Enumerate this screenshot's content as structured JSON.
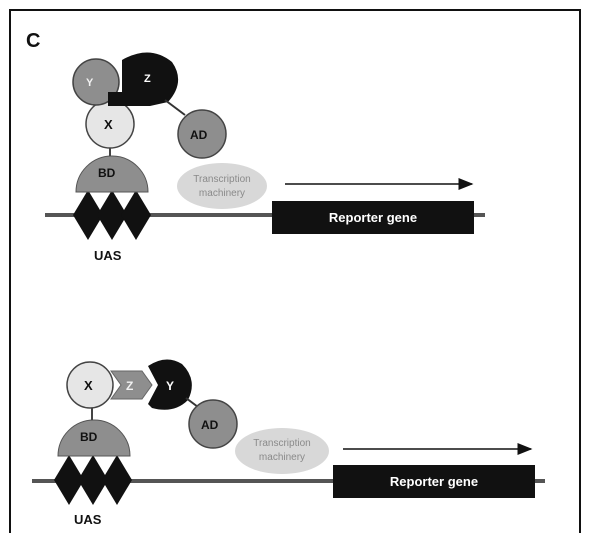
{
  "panel_label": "C",
  "colors": {
    "dark": "#111111",
    "mid_gray": "#8e8e8e",
    "light_gray": "#e6e6e6",
    "pale_gray": "#d8d8d8"
  },
  "top": {
    "protein_y": "Y",
    "protein_z": "Z",
    "protein_x": "X",
    "activation_domain": "AD",
    "binding_domain": "BD",
    "transcription_line1": "Transcription",
    "transcription_line2": "machinery",
    "reporter": "Reporter gene",
    "uas": "UAS"
  },
  "bottom": {
    "protein_x": "X",
    "protein_z": "Z",
    "protein_y": "Y",
    "activation_domain": "AD",
    "binding_domain": "BD",
    "transcription_line1": "Transcription",
    "transcription_line2": "machinery",
    "reporter": "Reporter gene",
    "uas": "UAS"
  }
}
